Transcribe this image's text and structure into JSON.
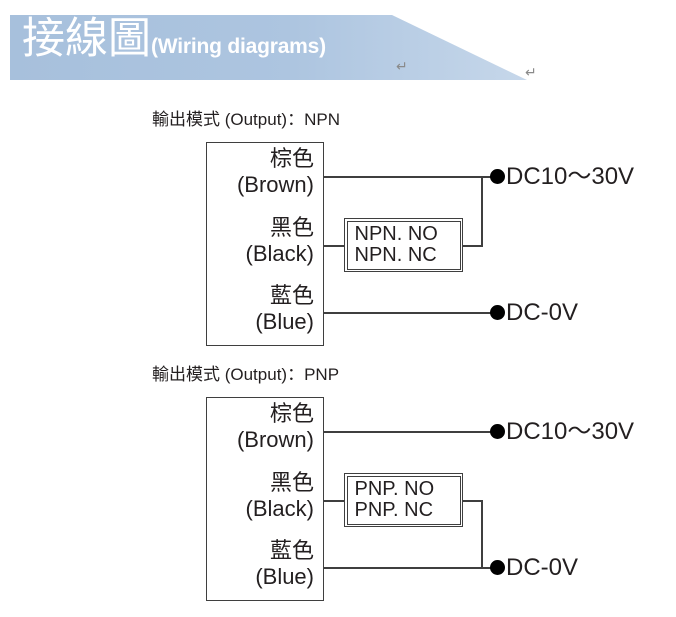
{
  "banner": {
    "title_cjk": "接線圖",
    "title_latin": "(Wiring diagrams)",
    "fill_color": "#a9c2de",
    "text_color": "#ffffff",
    "pilcrow_glyph": "↵",
    "pilcrow_color": "#8a8a8a"
  },
  "diagrams": [
    {
      "label": "輸出模式 (Output)：NPN",
      "wires": [
        {
          "cjk": "棕色",
          "latin": "(Brown)"
        },
        {
          "cjk": "黑色",
          "latin": "(Black)"
        },
        {
          "cjk": "藍色",
          "latin": "(Blue)"
        }
      ],
      "output_box": {
        "line1": "NPN. NO",
        "line2": "NPN. NC"
      },
      "terminals": [
        {
          "name": "supply",
          "text": "DC10～30V"
        },
        {
          "name": "ground",
          "text": "DC-0V"
        }
      ]
    },
    {
      "label": "輸出模式 (Output)：PNP",
      "wires": [
        {
          "cjk": "棕色",
          "latin": "(Brown)"
        },
        {
          "cjk": "黑色",
          "latin": "(Black)"
        },
        {
          "cjk": "藍色",
          "latin": "(Blue)"
        }
      ],
      "output_box": {
        "line1": "PNP. NO",
        "line2": "PNP. NC"
      },
      "terminals": [
        {
          "name": "supply",
          "text": "DC10～30V"
        },
        {
          "name": "ground",
          "text": "DC-0V"
        }
      ]
    }
  ],
  "colors": {
    "line": "#3f3f3f",
    "dot": "#000000",
    "text": "#231f20"
  }
}
